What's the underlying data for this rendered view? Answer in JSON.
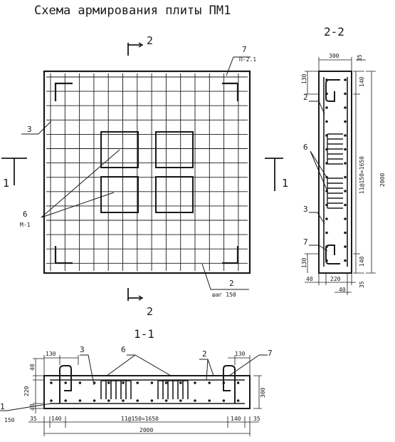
{
  "title": "Схема армирования плиты ПМ1",
  "plan": {
    "cut_marker": "2",
    "side_marker": "1",
    "labels": {
      "item7": "7",
      "p21": "П-2.1",
      "item3": "3",
      "item6": "6",
      "m1": "М-1",
      "item2": "2",
      "step": "шаг 150"
    }
  },
  "section_2_2": {
    "title": "2-2",
    "labels": {
      "item2": "2",
      "item6": "6",
      "item3": "3",
      "item7": "7"
    },
    "dims": {
      "top_300": "300",
      "top_35": "35",
      "left_130_top": "130",
      "right_140_top": "140",
      "middle": "11@150=1650",
      "total": "2000",
      "left_130_bot": "130",
      "right_140_bot": "140",
      "bot_40_left": "40",
      "bot_220": "220",
      "bot_40_right": "40",
      "bot_35": "35"
    }
  },
  "section_1_1": {
    "title": "1-1",
    "labels": {
      "item3": "3",
      "item6": "6",
      "item2": "2",
      "item7": "7",
      "item1": "1"
    },
    "dims": {
      "top_130_left": "130",
      "top_130_right": "130",
      "left_40_top": "40",
      "left_220": "220",
      "left_40_bot": "40",
      "right_300": "300",
      "left_150": "150",
      "bot_35_left": "35",
      "bot_140_left": "140",
      "middle": "11@150=1650",
      "bot_140_right": "140",
      "bot_35_right": "35",
      "total": "2000"
    }
  }
}
